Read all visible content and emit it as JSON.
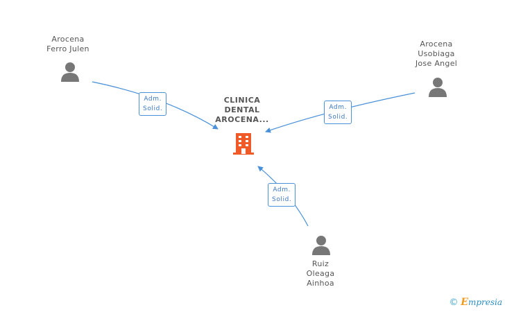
{
  "colors": {
    "edge": "#4a90d9",
    "person": "#777777",
    "company": "#f05a28"
  },
  "company": {
    "name_lines": [
      "CLINICA",
      "DENTAL",
      "AROCENA..."
    ],
    "icon": "building-icon"
  },
  "people": [
    {
      "name_lines": [
        "Arocena",
        "Ferro Julen"
      ],
      "icon": "person-icon"
    },
    {
      "name_lines": [
        "Arocena",
        "Usobiaga",
        "Jose Angel"
      ],
      "icon": "person-icon"
    },
    {
      "name_lines": [
        "Ruiz",
        "Oleaga",
        "Ainhoa"
      ],
      "icon": "person-icon"
    }
  ],
  "relations": [
    {
      "label_lines": [
        "Adm.",
        "Solid."
      ]
    },
    {
      "label_lines": [
        "Adm.",
        "Solid."
      ]
    },
    {
      "label_lines": [
        "Adm.",
        "Solid."
      ]
    }
  ],
  "brand": {
    "copyright": "©",
    "e": "E",
    "rest": "mpresia"
  }
}
